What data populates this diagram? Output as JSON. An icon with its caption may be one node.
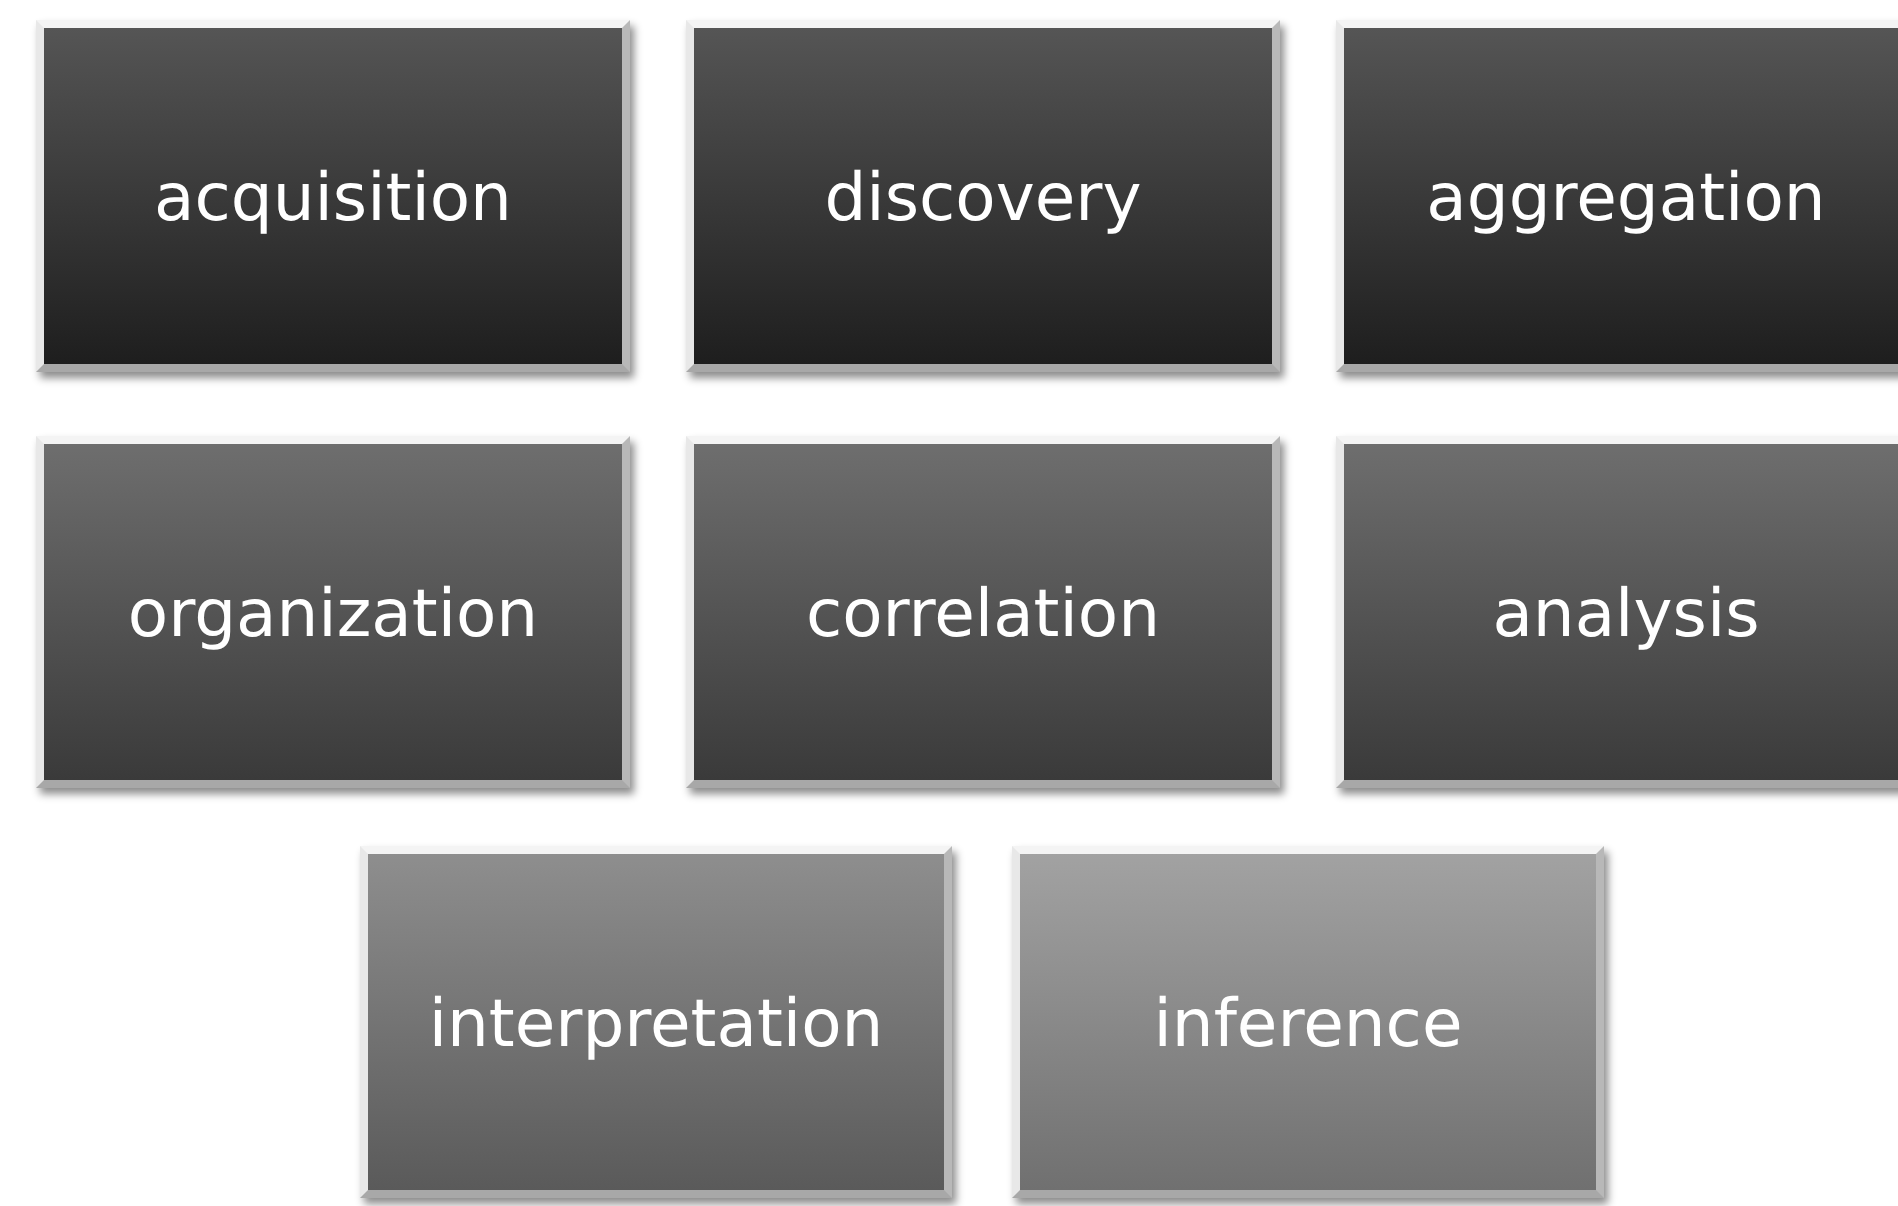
{
  "diagram": {
    "nodes": [
      {
        "text": [
          "acquisition"
        ]
      },
      {
        "text": [
          "discovery"
        ]
      },
      {
        "text": [
          "aggregation"
        ]
      },
      {
        "text": [
          "organization"
        ]
      },
      {
        "text": [
          "correlation"
        ]
      },
      {
        "text": [
          "analysis"
        ]
      },
      {
        "text": [
          "interpretation"
        ]
      },
      {
        "text": [
          "inference"
        ]
      }
    ]
  }
}
